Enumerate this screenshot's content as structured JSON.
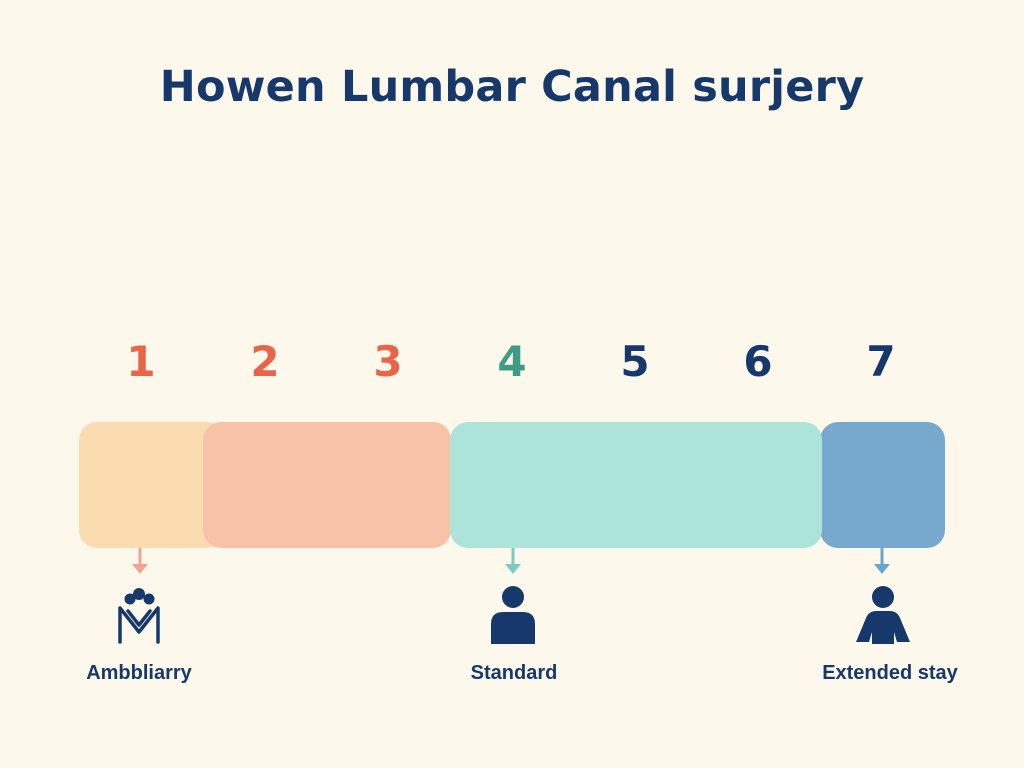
{
  "title": "Howen Lumbar Canal surjery",
  "days": [
    {
      "label": "1",
      "color": "#e8654a"
    },
    {
      "label": "2",
      "color": "#e8654a"
    },
    {
      "label": "3",
      "color": "#e8654a"
    },
    {
      "label": "4",
      "color": "#3f9b85"
    },
    {
      "label": "5",
      "color": "#17386b"
    },
    {
      "label": "6",
      "color": "#17386b"
    },
    {
      "label": "7",
      "color": "#17386b"
    }
  ],
  "segments": [
    {
      "color": "#fbdcb0"
    },
    {
      "color": "#f7c2a7"
    },
    {
      "color": "#ace4d9"
    },
    {
      "color": "#77a9cf"
    }
  ],
  "pathways": [
    {
      "label": "Ambbliarry",
      "icon": "two-people-icon",
      "arrow_color": "#eea492"
    },
    {
      "label": "Standard",
      "icon": "person-icon",
      "arrow_color": "#7ccbc2"
    },
    {
      "label": "Extended stay",
      "icon": "person-arms-out-icon",
      "arrow_color": "#6aa5cf"
    }
  ]
}
